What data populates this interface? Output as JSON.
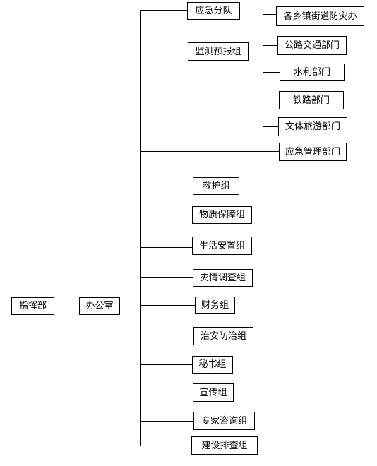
{
  "root": {
    "label": "指挥部"
  },
  "office": {
    "label": "办公室"
  },
  "groups": [
    {
      "label": "应急分队"
    },
    {
      "label": "监测预报组"
    },
    {
      "label": "救护组"
    },
    {
      "label": "物质保障组"
    },
    {
      "label": "生活安置组"
    },
    {
      "label": "灾情调查组"
    },
    {
      "label": "财务组"
    },
    {
      "label": "治安防治组"
    },
    {
      "label": "秘书组"
    },
    {
      "label": "宣传组"
    },
    {
      "label": "专家咨询组"
    },
    {
      "label": "建设排查组"
    }
  ],
  "departments": [
    {
      "label": "各乡镇街道防灾办"
    },
    {
      "label": "公路交通部门"
    },
    {
      "label": "水利部门"
    },
    {
      "label": "铁路部门"
    },
    {
      "label": "文体旅游部门"
    },
    {
      "label": "应急管理部门"
    }
  ]
}
